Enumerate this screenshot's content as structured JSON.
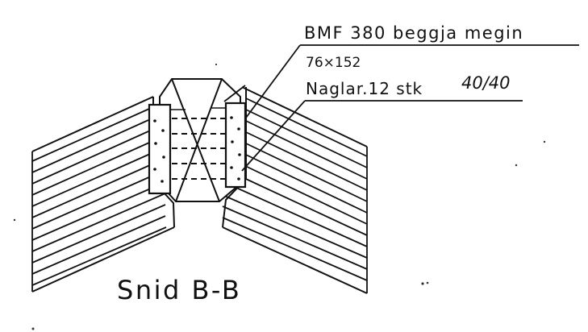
{
  "labels": {
    "bracket": "BMF 380 beggja megin",
    "bracket_size": "76×152",
    "nails": "Naglar.12 stk",
    "nail_size": "40/40"
  },
  "section_title": "Snid B-B",
  "colors": {
    "ink": "#111111",
    "paper": "#ffffff"
  }
}
